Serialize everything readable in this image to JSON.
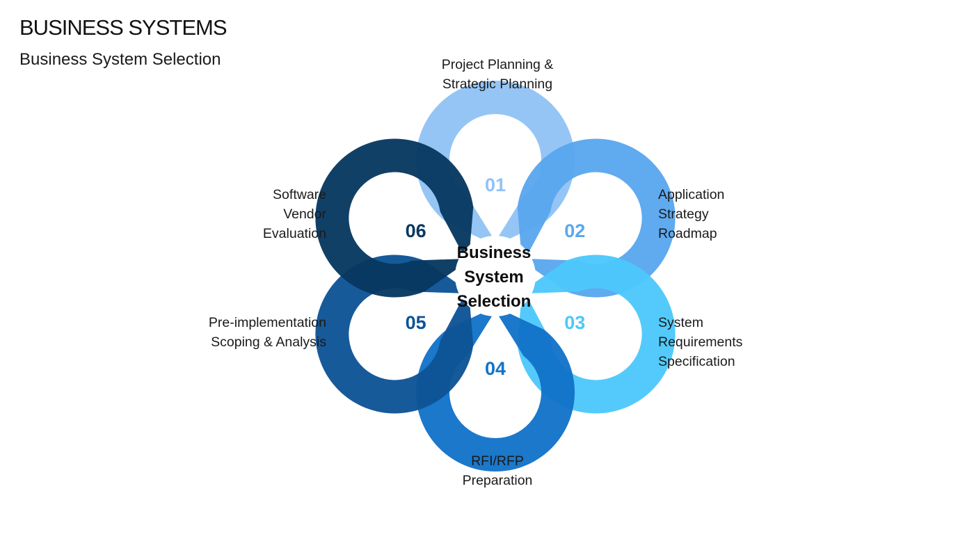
{
  "header": {
    "title": "BUSINESS SYSTEMS",
    "subtitle": "Business System Selection"
  },
  "center": {
    "lines": [
      "Business",
      "System",
      "Selection"
    ]
  },
  "steps": [
    {
      "number": "01",
      "label_lines": [
        "Project Planning &",
        "Strategic Planning"
      ],
      "color": "#91C3F5",
      "number_color": "#91C3F5"
    },
    {
      "number": "02",
      "label_lines": [
        "Application",
        "Strategy",
        "Roadmap"
      ],
      "color": "#5AA7EE",
      "number_color": "#5AA7EE"
    },
    {
      "number": "03",
      "label_lines": [
        "System",
        "Requirements",
        "Specification"
      ],
      "color": "#4CC8FB",
      "number_color": "#4CC8FB"
    },
    {
      "number": "04",
      "label_lines": [
        "RFI/RFP",
        "Preparation"
      ],
      "color": "#1273C9",
      "number_color": "#1273C9"
    },
    {
      "number": "05",
      "label_lines": [
        "Pre-implementation",
        "Scoping & Analysis"
      ],
      "color": "#0E5396",
      "number_color": "#0E5396"
    },
    {
      "number": "06",
      "label_lines": [
        "Software",
        "Vendor",
        "Evaluation"
      ],
      "color": "#073861",
      "number_color": "#073861"
    }
  ]
}
